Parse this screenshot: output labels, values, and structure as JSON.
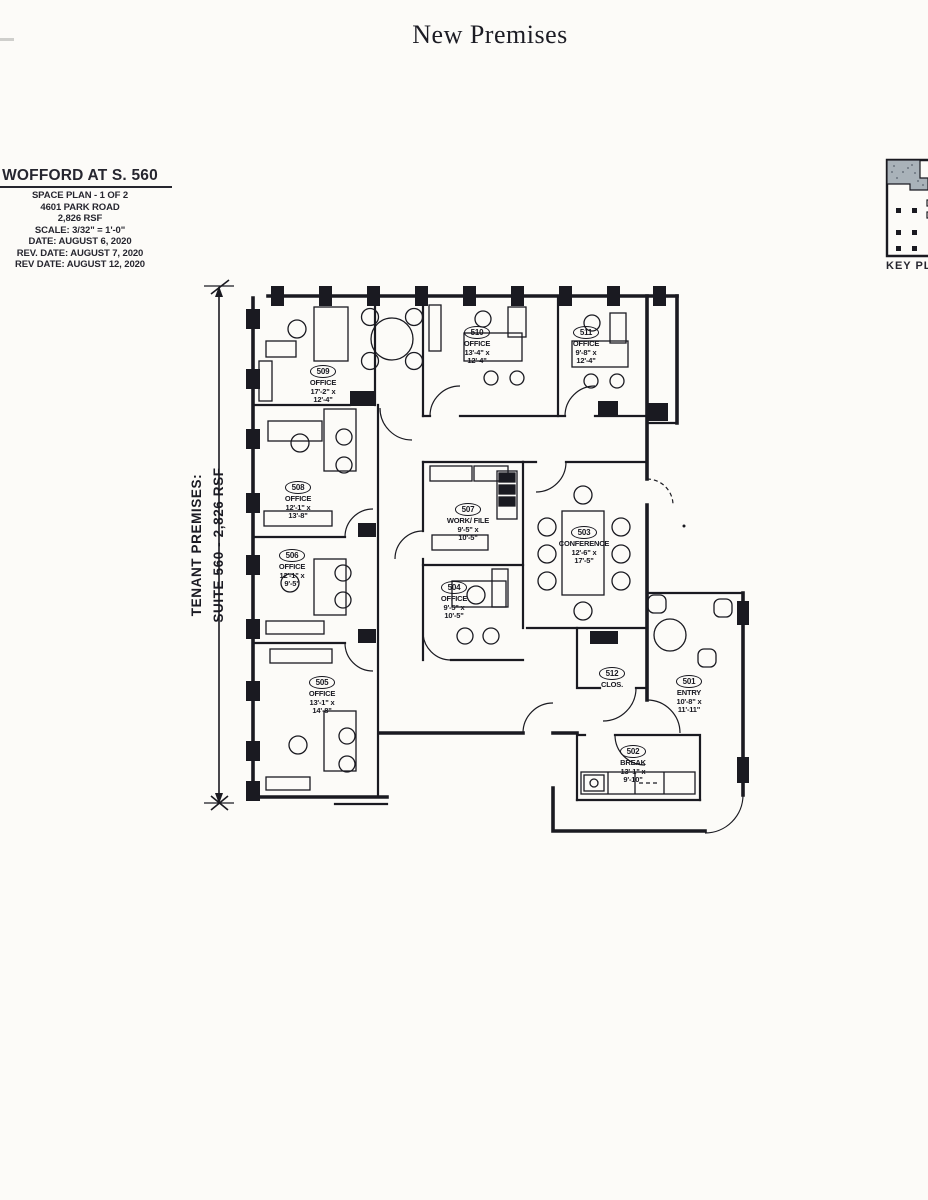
{
  "page_title": "New Premises",
  "title_block": {
    "title": "WOFFORD AT S. 560",
    "lines": [
      "SPACE PLAN - 1 OF 2",
      "4601 PARK ROAD",
      "2,826 RSF",
      "SCALE: 3/32\" = 1'-0\"",
      "DATE: AUGUST 6, 2020",
      "REV. DATE: AUGUST 7, 2020",
      "REV DATE: AUGUST 12, 2020"
    ]
  },
  "key_plan": {
    "label": "KEY PLAN"
  },
  "dimension": {
    "line1": "TENANT PREMISES:",
    "line2": "SUITE 560 - 2,826 RSF"
  },
  "rooms": [
    {
      "number": "509",
      "name": "OFFICE",
      "dim1": "17'-2\" x",
      "dim2": "12'-4\""
    },
    {
      "number": "510",
      "name": "OFFICE",
      "dim1": "13'-4\" x",
      "dim2": "12'-4\""
    },
    {
      "number": "511",
      "name": "OFFICE",
      "dim1": "9'-8\" x",
      "dim2": "12'-4\""
    },
    {
      "number": "508",
      "name": "OFFICE",
      "dim1": "12'-1\" x",
      "dim2": "13'-8\""
    },
    {
      "number": "506",
      "name": "OFFICE",
      "dim1": "12'-1\" x",
      "dim2": "9'-5\""
    },
    {
      "number": "505",
      "name": "OFFICE",
      "dim1": "13'-1\" x",
      "dim2": "14'-8\""
    },
    {
      "number": "507",
      "name": "WORK/ FILE",
      "dim1": "9'-5\" x",
      "dim2": "10'-5\""
    },
    {
      "number": "504",
      "name": "OFFICE",
      "dim1": "9'-5\" x",
      "dim2": "10'-5\""
    },
    {
      "number": "503",
      "name": "CONFERENCE",
      "dim1": "12'-6\" x",
      "dim2": "17'-5\""
    },
    {
      "number": "512",
      "name": "CLOS."
    },
    {
      "number": "501",
      "name": "ENTRY",
      "dim1": "10'-8\" x",
      "dim2": "11'-11\""
    },
    {
      "number": "502",
      "name": "BREAK",
      "dim1": "13'-1\" x",
      "dim2": "9'-10\""
    }
  ],
  "colors": {
    "ink": "#1a1a21",
    "paper": "#fcfbf8",
    "keyplan_shade": "#a9b2b9"
  }
}
